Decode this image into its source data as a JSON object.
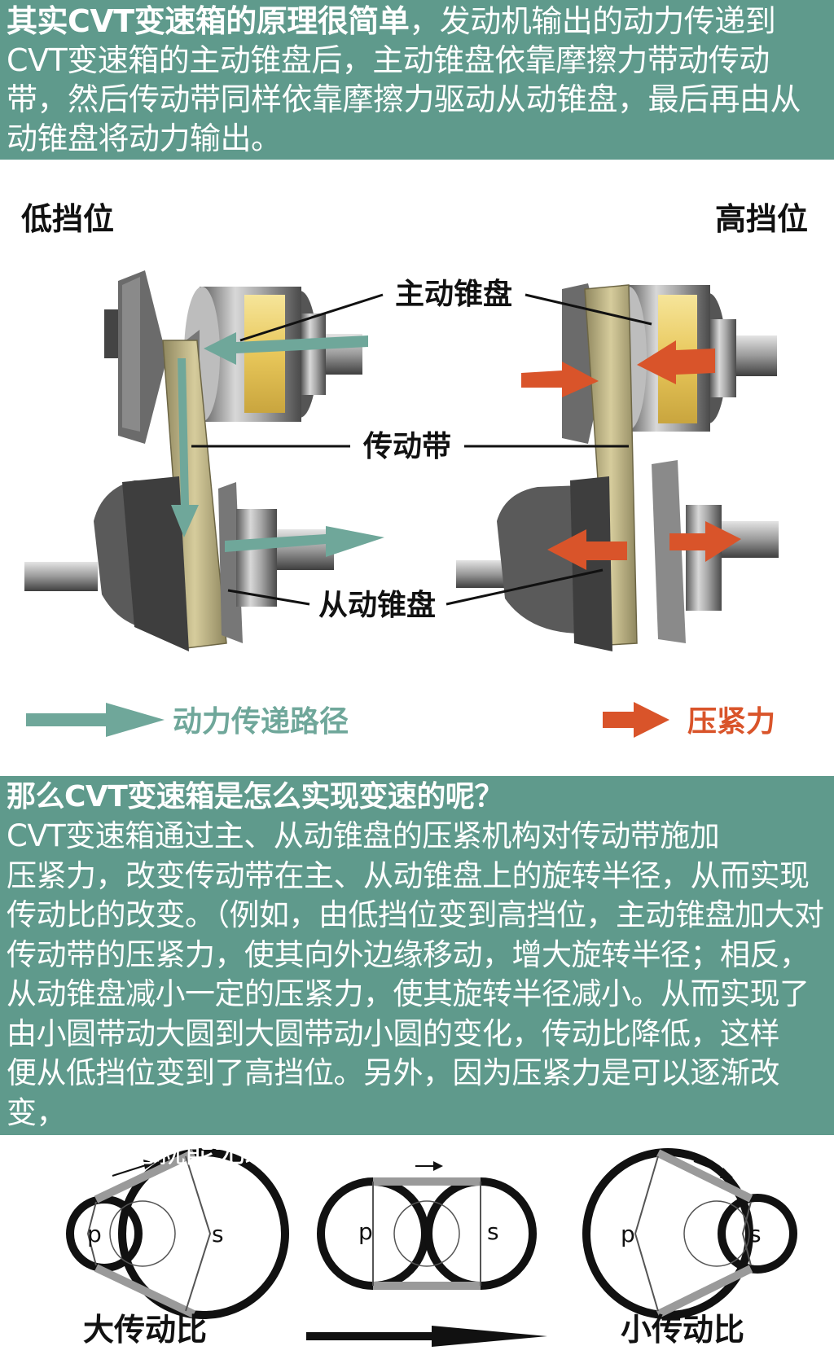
{
  "intro": {
    "lead": "其实CVT变速箱的原理很简单",
    "text": "，发动机输出的动力传递到CVT变速箱的主动锥盘后，主动锥盘依靠摩擦力带动传动带，然后传动带同样依靠摩擦力驱动从动锥盘，最后再由从动锥盘将动力输出。"
  },
  "diagram": {
    "low_gear": "低挡位",
    "high_gear": "高挡位",
    "driving_pulley": "主动锥盘",
    "belt": "传动带",
    "driven_pulley": "从动锥盘",
    "legend_power": "动力传递路径",
    "legend_force": "压紧力",
    "colors": {
      "power_arrow": "#6fa79a",
      "force_arrow": "#d9542a",
      "metal": "#b9b9b9",
      "belt": "#c9bf8f",
      "gold": "#f0d77a"
    }
  },
  "explain": {
    "question": "那么CVT变速箱是怎么实现变速的呢？",
    "lines": [
      "CVT变速箱通过主、从动锥盘的压紧机构对传动带施加",
      "压紧力，改变传动带在主、从动锥盘上的旋转半径，从而实现",
      "传动比的改变。（例如，由低挡位变到高挡位，主动锥盘加大对",
      "传动带的压紧力，使其向外边缘移动，增大旋转半径；相反，",
      "从动锥盘减小一定的压紧力，使其旋转半径减小。从而实现了",
      "由小圆带动大圆到大圆带动小圆的变化，传动比降低，这样",
      "便从低挡位变到了高挡位。另外，因为压紧力是可以逐渐改变，",
      "所以挡位也就能无级变化了。）"
    ]
  },
  "ratio": {
    "p": "p",
    "s": "s",
    "large_ratio": "大传动比",
    "small_ratio": "小传动比"
  }
}
